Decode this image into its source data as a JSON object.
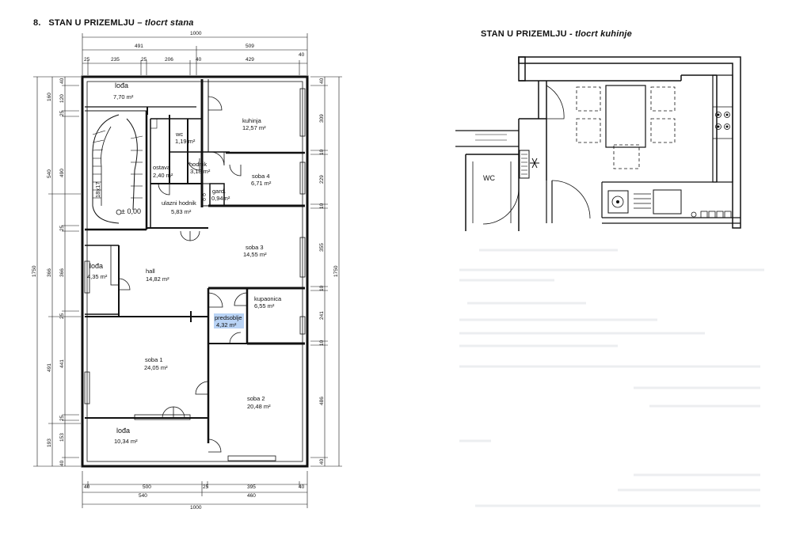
{
  "left": {
    "number": "8.",
    "title_main": "STAN U PRIZEMLJU –",
    "title_italic": "tlocrt stana",
    "rooms": {
      "loda_top": {
        "name": "lođa",
        "area": "7,70 m²"
      },
      "kuhinja": {
        "name": "kuhinja",
        "area": "12,57 m²"
      },
      "wc": {
        "name": "wc",
        "area": "1,19 m²"
      },
      "ostava": {
        "name": "ostava",
        "area": "2,40 m²"
      },
      "hodnik": {
        "name": "hodnik",
        "area": "3,18 m²"
      },
      "soba4": {
        "name": "soba 4",
        "area": "6,71 m²"
      },
      "gard": {
        "name": "gard.",
        "area": "0,94m²"
      },
      "ulazni": {
        "name": "ulazni hodnik",
        "area": "5,83 m²"
      },
      "elev": "± 0,00",
      "soba3": {
        "name": "soba 3",
        "area": "14,55 m²"
      },
      "loda_left": {
        "name": "lođa",
        "area": "4,35 m²"
      },
      "hall": {
        "name": "hall",
        "area": "14,82 m²"
      },
      "kupaonica": {
        "name": "kupaonica",
        "area": "6,55 m²"
      },
      "predsoblje": {
        "name": "predsoblje",
        "area": "4,32 m²"
      },
      "soba1": {
        "name": "soba 1",
        "area": "24,05 m²"
      },
      "soba2": {
        "name": "soba 2",
        "area": "20,48 m²"
      },
      "loda_bottom": {
        "name": "lođa",
        "area": "10,34 m²"
      }
    },
    "stair_label": "18x17",
    "dims_top_total": "1000",
    "dims_top_mid": [
      "491",
      "509"
    ],
    "dims_top_fine": [
      "25",
      "235",
      "25",
      "206",
      "40",
      "429",
      "40"
    ],
    "dims_bottom_fine": [
      "40",
      "500",
      "25",
      "395",
      "40"
    ],
    "dims_bottom_mid": [
      "540",
      "460"
    ],
    "dims_bottom_total": "1000",
    "dims_left_total": "1750",
    "dims_left_mid": [
      "540",
      "366",
      "491",
      "193"
    ],
    "dims_left_fine": [
      "40",
      "120",
      "160",
      "25",
      "490",
      "25",
      "366",
      "25",
      "441",
      "25",
      "153",
      "40"
    ],
    "dims_right_total": "1750",
    "dims_right_fine": [
      "40",
      "309",
      "10",
      "229",
      "10",
      "355",
      "10",
      "241",
      "10",
      "486",
      "40"
    ]
  },
  "right": {
    "title_main": "STAN U PRIZEMLJU -",
    "title_italic": "tlocrt kuhinje",
    "wc_label": "WC"
  }
}
